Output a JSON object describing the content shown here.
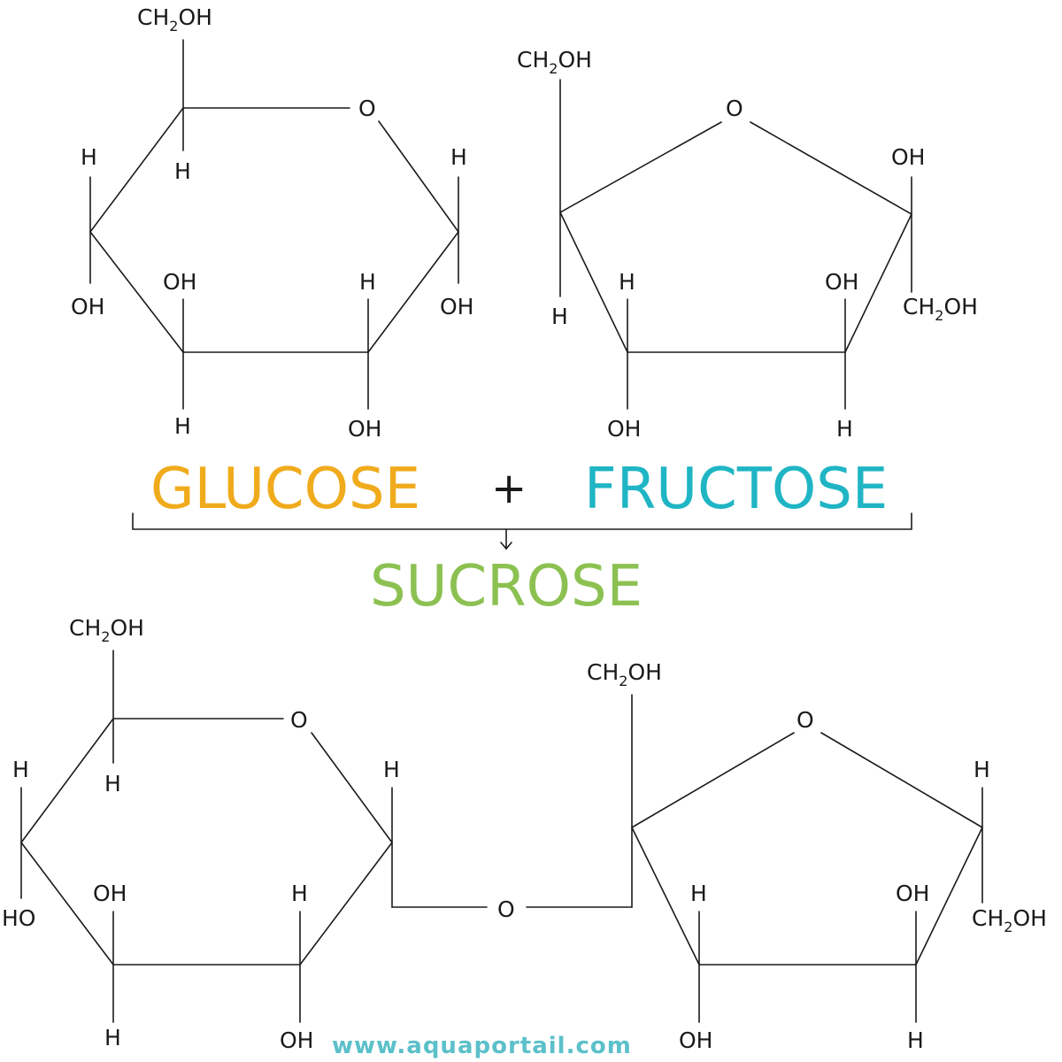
{
  "labels": {
    "glucose": "GLUCOSE",
    "plus": "+",
    "fructose": "FRUCTOSE",
    "sucrose": "SUCROSE"
  },
  "atoms": {
    "h": "H",
    "o": "O",
    "oh": "OH",
    "ho": "HO",
    "ch": "CH",
    "two": "2",
    "ohsuffix": "OH"
  },
  "watermark": "www.aquaportail.com",
  "colors": {
    "glucose": "#f0ab1c",
    "fructose": "#1fb5c4",
    "sucrose": "#8cc152",
    "bond": "#1a1a1a",
    "watermark": "#5bc0c9"
  }
}
